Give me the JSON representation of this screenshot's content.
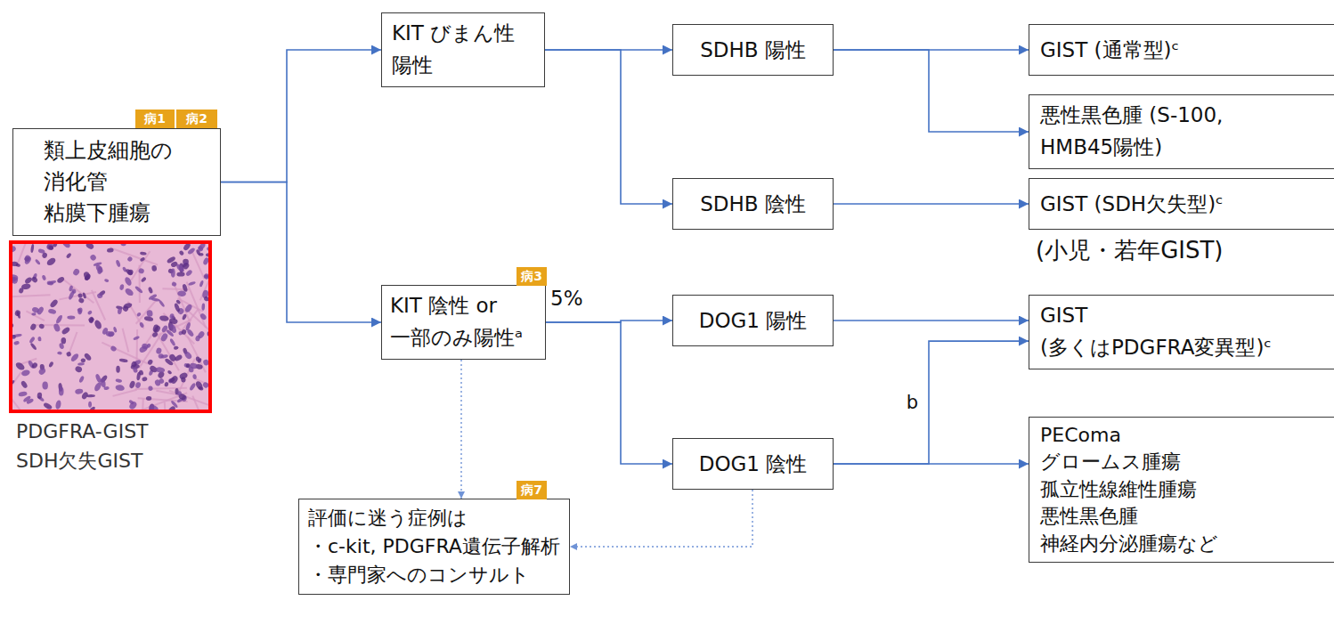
{
  "diagram": {
    "nodes": [
      {
        "text": [
          "類上皮細胞の 消化管 粘膜下腫瘍"
        ]
      },
      {
        "text": [
          "病1"
        ]
      },
      {
        "text": [
          "病2"
        ]
      },
      {
        "text": [
          "KIT びまん性 陽性"
        ]
      },
      {
        "text": [
          "SDHB 陽性"
        ]
      },
      {
        "text": [
          "GIST (通常型)ᶜ"
        ]
      },
      {
        "text": [
          "悪性黒色腫 (S-100, HMB45陽性)"
        ]
      },
      {
        "text": [
          "SDHB 陰性"
        ]
      },
      {
        "text": [
          "GIST (SDH欠失型)ᶜ"
        ]
      },
      {
        "text": [
          "KIT 陰性 or 一部のみ陽性ᵃ"
        ]
      },
      {
        "text": [
          "病3"
        ]
      },
      {
        "text": [
          "DOG1 陽性"
        ]
      },
      {
        "text": [
          "GIST (多くはPDGFRA変異型)ᶜ"
        ]
      },
      {
        "text": [
          "DOG1 陰性"
        ]
      },
      {
        "text": [
          "PEComa グロームス腫瘍 孤立性線維性腫瘍 悪性黒色腫 神経内分泌腫瘍など"
        ]
      },
      {
        "text": [
          "評価に迷う症例は",
          "・c-kit, PDGFRA遺伝子解析",
          "・専門家へのコンサルト"
        ]
      },
      {
        "text": [
          "病7"
        ]
      }
    ],
    "edges": [
      {
        "from": 0,
        "to": 3,
        "arrow": "to"
      },
      {
        "from": 0,
        "to": 9,
        "arrow": "to"
      },
      {
        "from": 3,
        "to": 4,
        "arrow": "to"
      },
      {
        "from": 3,
        "to": 7,
        "arrow": "to"
      },
      {
        "from": 4,
        "to": 5,
        "arrow": "to"
      },
      {
        "from": 4,
        "to": 6,
        "arrow": "to"
      },
      {
        "from": 7,
        "to": 8,
        "arrow": "to"
      },
      {
        "from": 9,
        "to": 11,
        "arrow": "to"
      },
      {
        "from": 9,
        "to": 13,
        "arrow": "to"
      },
      {
        "from": 11,
        "to": 12,
        "arrow": "to"
      },
      {
        "from": 13,
        "to": 12,
        "label": "b",
        "arrow": "to"
      },
      {
        "from": 13,
        "to": 14,
        "arrow": "to"
      },
      {
        "from": 9,
        "to": 15,
        "arrow": "to"
      },
      {
        "from": 13,
        "to": 15,
        "arrow": "to"
      }
    ],
    "labels": [
      "PDGFRA-GIST",
      "SDH欠失GIST",
      "(小児・若年GIST)",
      "5%"
    ]
  }
}
